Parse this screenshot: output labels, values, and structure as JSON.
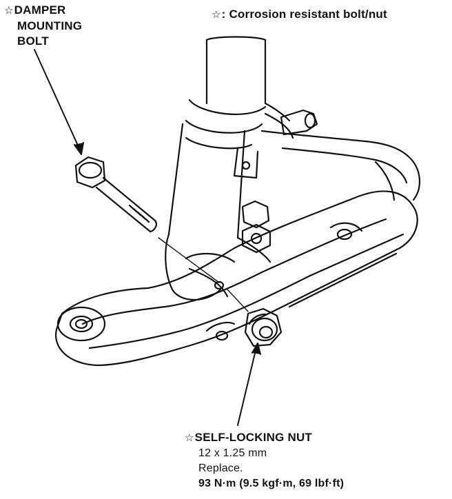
{
  "legend": {
    "symbol": "☆",
    "text": ": Corrosion resistant bolt/nut"
  },
  "damper_bolt": {
    "symbol": "☆",
    "line1": "DAMPER",
    "line2": "MOUNTING",
    "line3": "BOLT"
  },
  "self_locking_nut": {
    "symbol": "☆",
    "title": "SELF-LOCKING NUT",
    "size": "12 x 1.25 mm",
    "note": "Replace.",
    "torque": "93 N·m (9.5 kgf·m, 69 lbf·ft)"
  }
}
